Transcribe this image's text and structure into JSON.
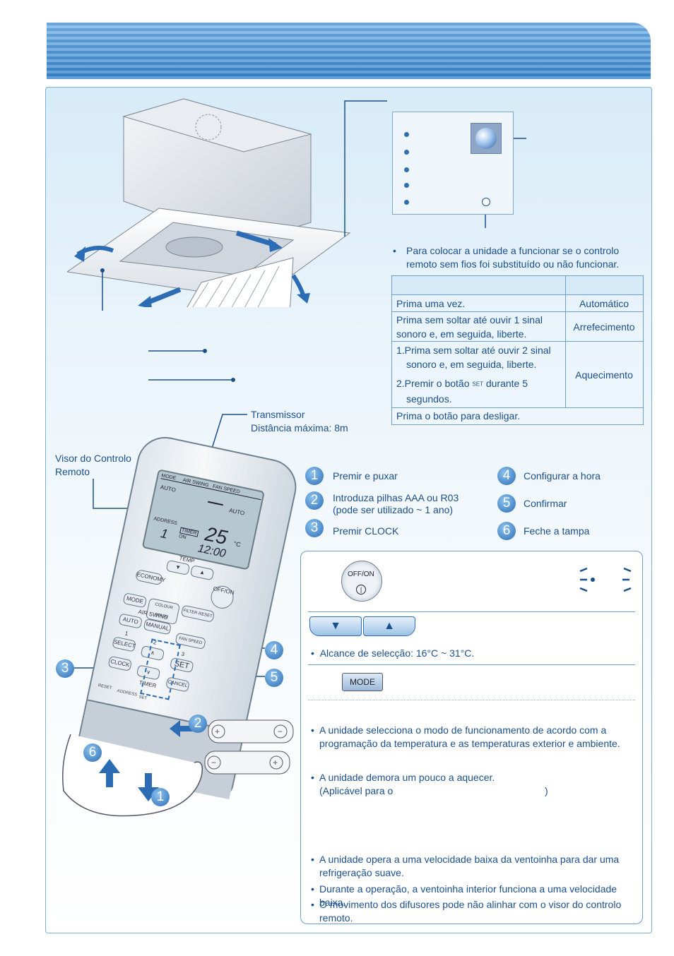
{
  "indicator_bullet": "Para colocar a unidade a funcionar se o controlo remoto sem fios foi substituído ou não funcionar.",
  "table": {
    "rows": [
      {
        "action": [
          "Prima uma vez."
        ],
        "mode": "Automático"
      },
      {
        "action": [
          "Prima sem soltar até ouvir 1 sinal",
          "sonoro e, em seguida, liberte."
        ],
        "mode": "Arrefecimento"
      },
      {
        "action_1": [
          "1.Prima sem soltar até ouvir 2 sinal",
          "sonoro e, em seguida, liberte."
        ],
        "action_2_pre": "2.Premir o botão",
        "action_2_btn": "SET",
        "action_2_post": "durante 5",
        "action_2_line2": "segundos.",
        "mode": "Aquecimento"
      },
      {
        "action": [
          "Prima o botão para desligar."
        ],
        "mode": ""
      }
    ]
  },
  "transmitter": {
    "title": "Transmissor",
    "distance": "Distância máxima: 8m"
  },
  "remote_display_label": [
    "Visor do Controlo",
    "Remoto"
  ],
  "steps": [
    {
      "n": "1",
      "label": [
        "Premir e puxar"
      ]
    },
    {
      "n": "2",
      "label": [
        "Introduza pilhas AAA ou R03",
        "(pode ser utilizado ~ 1 ano)"
      ]
    },
    {
      "n": "3",
      "label": [
        "Premir CLOCK"
      ]
    },
    {
      "n": "4",
      "label": [
        "Configurar a hora"
      ]
    },
    {
      "n": "5",
      "label": [
        "Confirmar"
      ]
    },
    {
      "n": "6",
      "label": [
        "Feche a tampa"
      ]
    }
  ],
  "remote": {
    "lcd": {
      "mode": "MODE",
      "air_swing": "AIR SWING",
      "fan_speed": "FAN SPEED",
      "auto1": "AUTO",
      "auto2": "AUTO",
      "address": "ADDRESS",
      "address_val": "1",
      "timer": "TIMER",
      "on": "ON",
      "temp": "25",
      "unit": "°C",
      "clock": "12:00"
    },
    "buttons": {
      "temp": "TEMP",
      "economy": "ECONOMY",
      "offon": "OFF/ON",
      "mode": "MODE",
      "colour_wash": "COLOUR WASH",
      "filter_reset": "FILTER RESET",
      "air_swing": "AIR SWING",
      "auto": "AUTO",
      "manual": "MANUAL",
      "fan_speed": "FAN SPEED",
      "select": "SELECT",
      "clock": "CLOCK",
      "set": "SET",
      "cancel": "CANCEL",
      "timer": "TIMER",
      "reset": "RESET",
      "address": "ADDRESS",
      "set_small": "SET",
      "n1": "1",
      "n2": "2",
      "n3": "3"
    },
    "callouts": [
      "3",
      "4",
      "5",
      "2",
      "6",
      "1"
    ]
  },
  "bottom": {
    "offon_label": "OFF/ON",
    "range": "Alcance de selecção: 16°C ~ 31°C.",
    "mode_btn": "MODE",
    "auto_bullet": [
      "A unidade selecciona o modo de funcionamento de acordo com a",
      "programação da temperatura e as temperaturas exterior e ambiente."
    ],
    "heat_bullet": [
      "A unidade demora um pouco a aquecer."
    ],
    "heat_note_pre": "(Aplicável para o",
    "heat_note_post": ")",
    "dry_bullets": [
      [
        "A unidade opera a uma velocidade baixa da ventoinha para dar uma",
        "refrigeração suave."
      ],
      [
        "Durante a operação, a ventoinha interior funciona a uma velocidade baixa."
      ],
      [
        "O movimento dos difusores pode não alinhar com o visor do controlo remoto."
      ]
    ]
  },
  "colors": {
    "accent": "#1b4f8b",
    "banner": "#3c88cf",
    "border": "#6e9fca"
  }
}
